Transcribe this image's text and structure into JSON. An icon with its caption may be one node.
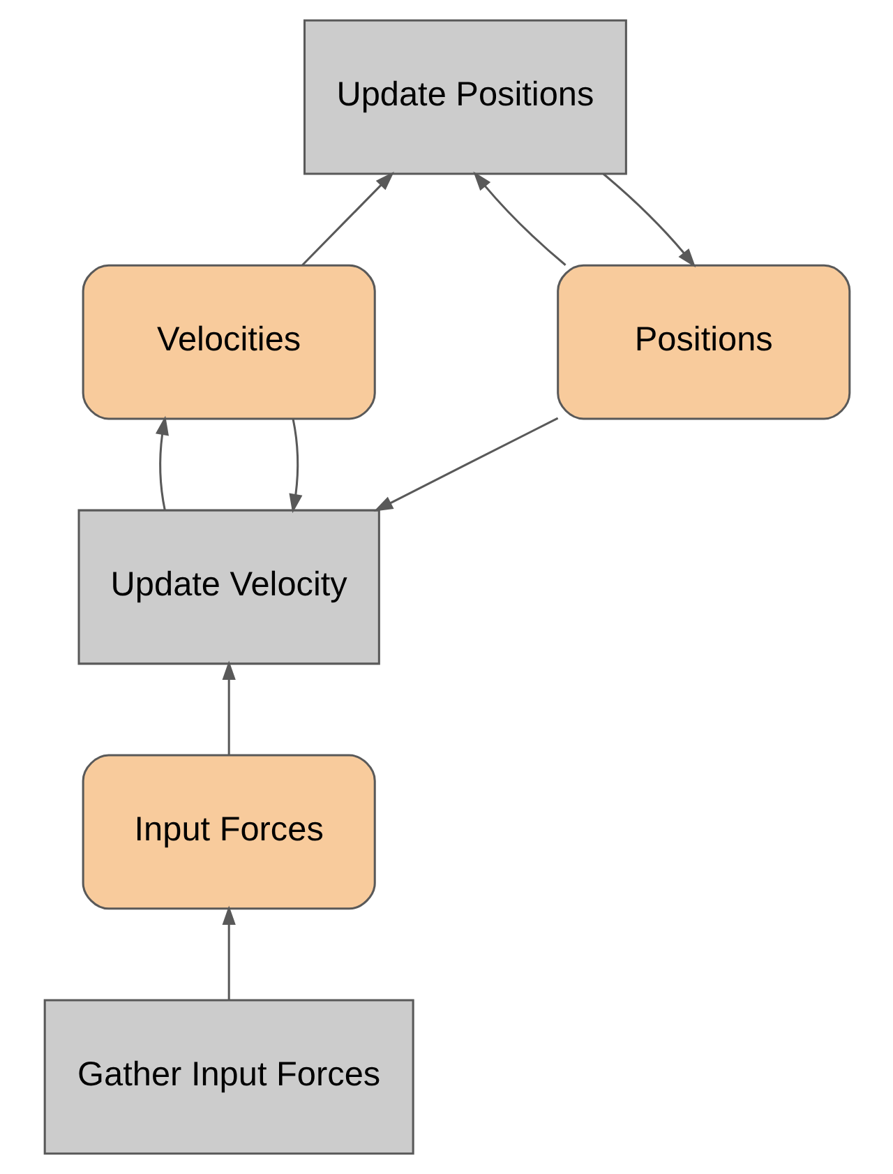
{
  "diagram": {
    "nodes": [
      {
        "text": [
          "Update Positions"
        ]
      },
      {
        "text": [
          "Velocities"
        ]
      },
      {
        "text": [
          "Positions"
        ]
      },
      {
        "text": [
          "Update Velocity"
        ]
      },
      {
        "text": [
          "Input Forces"
        ]
      },
      {
        "text": [
          "Gather Input Forces"
        ]
      }
    ],
    "edges": [
      {
        "from": 0,
        "to": 2,
        "arrow": "to"
      },
      {
        "from": 2,
        "to": 0,
        "arrow": "to"
      },
      {
        "from": 1,
        "to": 0,
        "arrow": "to"
      },
      {
        "from": 3,
        "to": 1,
        "arrow": "to"
      },
      {
        "from": 1,
        "to": 3,
        "arrow": "to"
      },
      {
        "from": 2,
        "to": 3,
        "arrow": "to"
      },
      {
        "from": 4,
        "to": 3,
        "arrow": "to"
      },
      {
        "from": 5,
        "to": 4,
        "arrow": "to"
      }
    ]
  }
}
